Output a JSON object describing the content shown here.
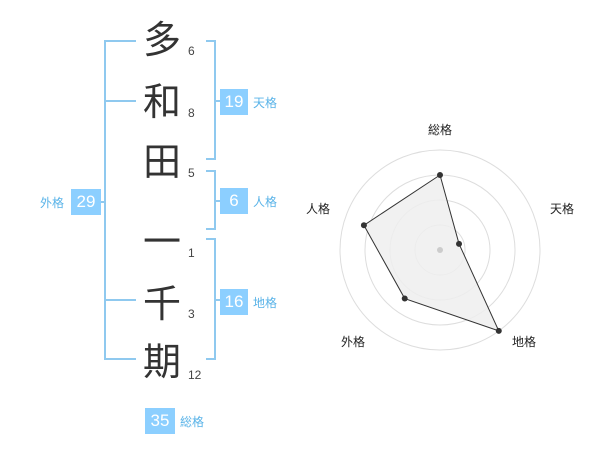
{
  "name": {
    "characters": [
      {
        "char": "多",
        "strokes": "6"
      },
      {
        "char": "和",
        "strokes": "8"
      },
      {
        "char": "田",
        "strokes": "5"
      },
      {
        "char": "一",
        "strokes": "1"
      },
      {
        "char": "千",
        "strokes": "3"
      },
      {
        "char": "期",
        "strokes": "12"
      }
    ]
  },
  "fortune": {
    "tenkaku": {
      "label": "天格",
      "value": "19"
    },
    "jinkaku": {
      "label": "人格",
      "value": "6"
    },
    "chikaku": {
      "label": "地格",
      "value": "16"
    },
    "gaikaku": {
      "label": "外格",
      "value": "29"
    },
    "soukaku": {
      "label": "総格",
      "value": "35"
    }
  },
  "chart_data": {
    "type": "radar",
    "axes": [
      "総格",
      "天格",
      "地格",
      "外格",
      "人格"
    ],
    "values": [
      0.75,
      0.2,
      1.0,
      0.6,
      0.8
    ],
    "rings": 4,
    "fill_color": "#eeeeee",
    "line_color": "#333333"
  },
  "colors": {
    "accent": "#8ccfff",
    "bracket": "#8fc9ef",
    "label": "#59b3e8"
  }
}
